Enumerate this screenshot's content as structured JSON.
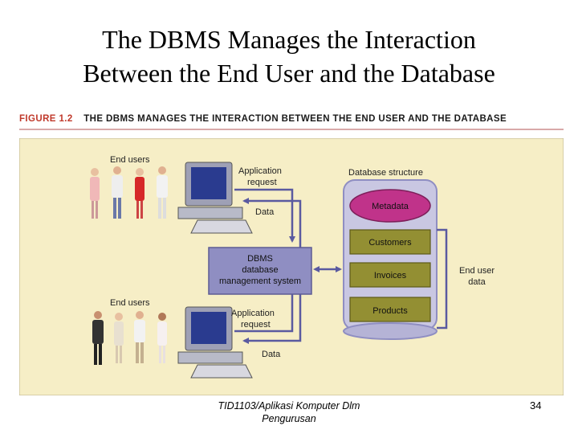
{
  "slide": {
    "title_line1": "The DBMS Manages the Interaction",
    "title_line2": "Between the End User and the Database"
  },
  "figure": {
    "number": "FIGURE 1.2",
    "caption": "THE DBMS MANAGES THE INTERACTION BETWEEN THE END USER AND THE DATABASE",
    "end_users_top": "End users",
    "end_users_bottom": "End users",
    "app_request_top_line1": "Application",
    "app_request_top_line2": "request",
    "app_request_bottom_line1": "Application",
    "app_request_bottom_line2": "request",
    "data_top": "Data",
    "data_bottom": "Data",
    "dbms_line1": "DBMS",
    "dbms_line2": "database",
    "dbms_line3": "management system",
    "db_structure_title": "Database structure",
    "db_metadata": "Metadata",
    "db_items": [
      "Customers",
      "Invoices",
      "Products"
    ],
    "end_user_data_line1": "End user",
    "end_user_data_line2": "data",
    "colors": {
      "background": "#f6eec6",
      "dbms_box": "#8f8ec2",
      "metadata": "#c0338a",
      "table_box": "#938f33",
      "arrow": "#5a5aa0",
      "db_panel": "#c9c7e2"
    }
  },
  "footer": {
    "course_line1": "TID1103/Aplikasi Komputer Dlm",
    "course_line2": "Pengurusan",
    "page_number": "34"
  }
}
